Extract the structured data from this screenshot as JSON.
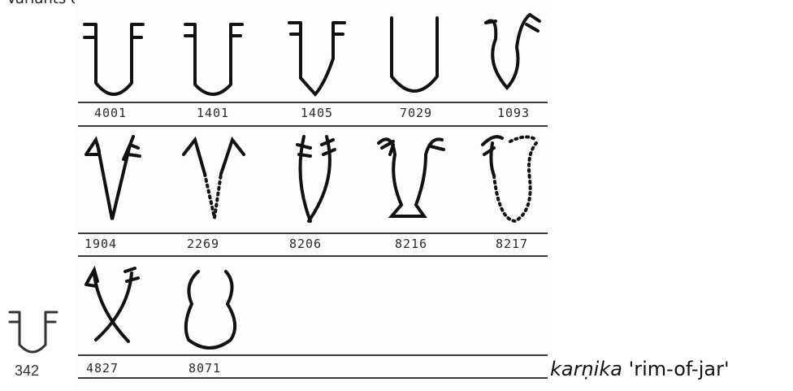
{
  "top_caption": "Variants of sign ... nos.",
  "rows": [
    {
      "labels": [
        "4001",
        "1401",
        "1405",
        "7029",
        "1093"
      ]
    },
    {
      "labels": [
        "1904",
        "2269",
        "8206",
        "8216",
        "8217"
      ]
    },
    {
      "labels": [
        "4827",
        "8071"
      ]
    }
  ],
  "side_sign": {
    "label": "342",
    "icon": "jar-rim-sign-icon"
  },
  "caption": {
    "word": "karṇika",
    "gloss": "'rim-of-jar'"
  },
  "colors": {
    "ink": "#111111",
    "rule": "#3a3a3a"
  }
}
